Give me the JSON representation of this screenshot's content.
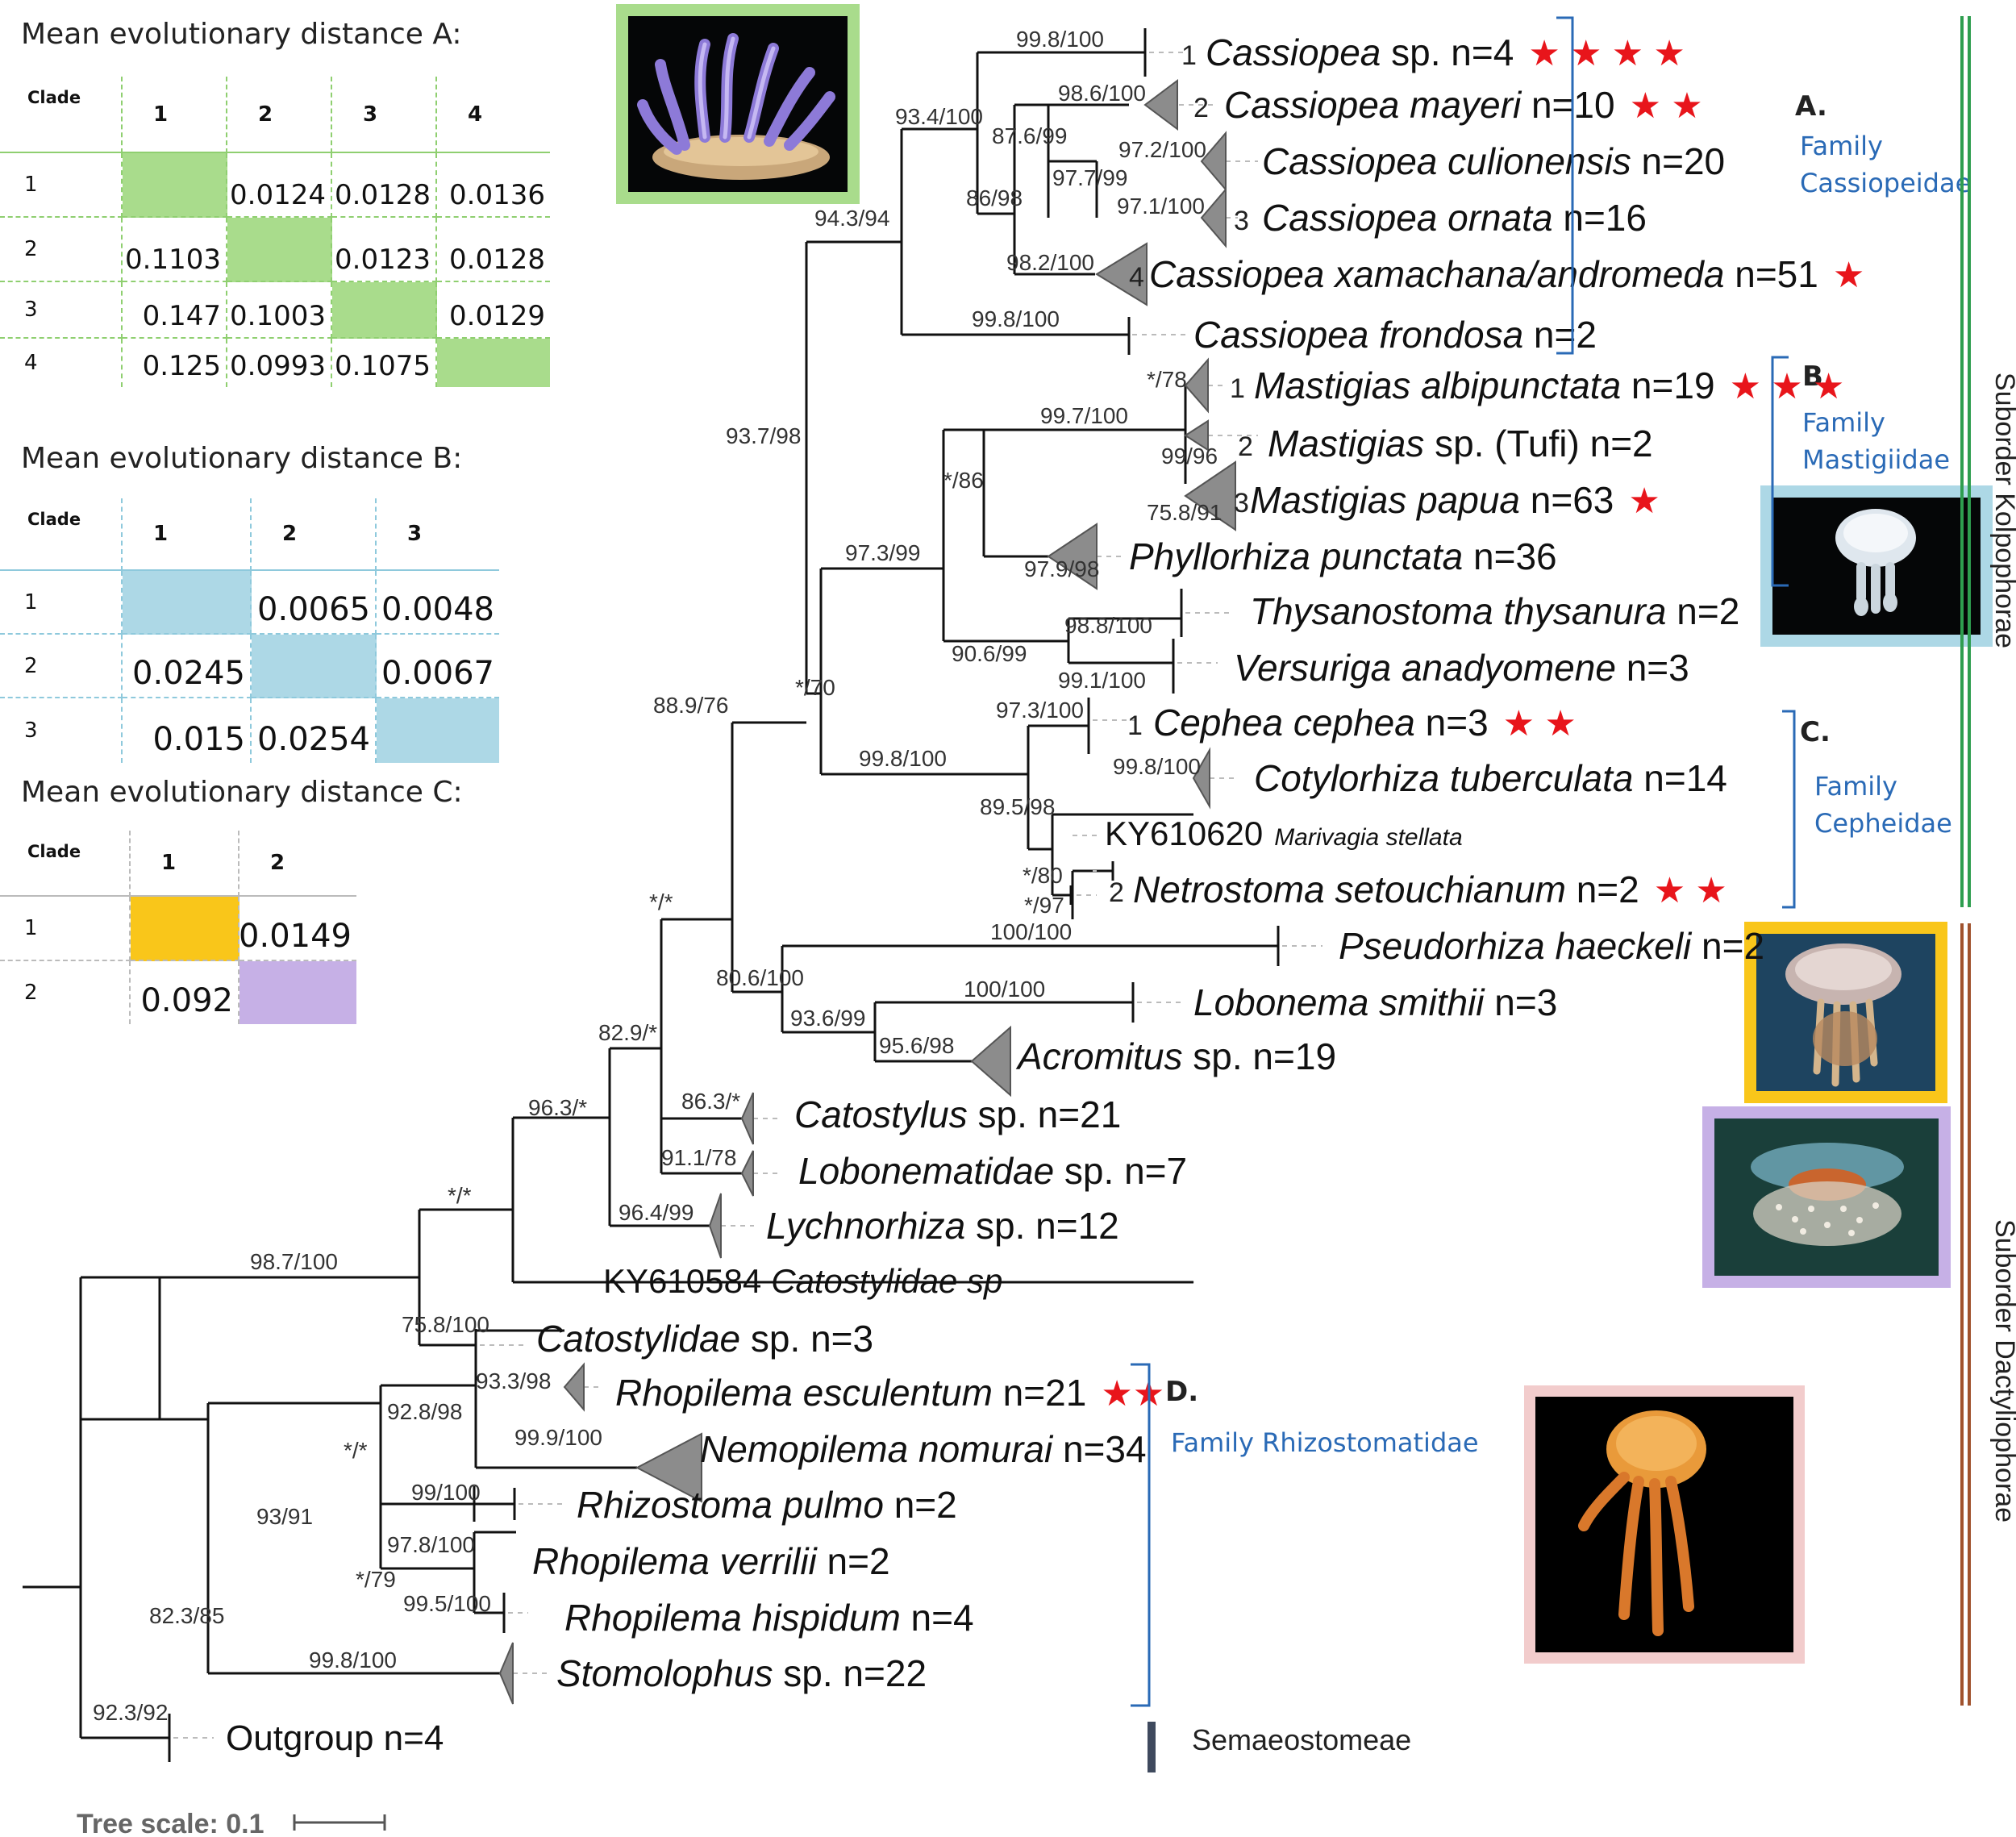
{
  "matrices": {
    "a": {
      "title": "Mean evolutionary distance A:",
      "corner": "Clade",
      "cols": [
        "1",
        "2",
        "3",
        "4"
      ],
      "rows": [
        {
          "label": "1",
          "cells": [
            "",
            "0.0124",
            "0.0128",
            "0.0136"
          ]
        },
        {
          "label": "2",
          "cells": [
            "0.1103",
            "",
            "0.0123",
            "0.0128"
          ]
        },
        {
          "label": "3",
          "cells": [
            "0.147",
            "0.1003",
            "",
            "0.0129"
          ]
        },
        {
          "label": "4",
          "cells": [
            "0.125",
            "0.0993",
            "0.1075",
            ""
          ]
        }
      ],
      "fill": "#a9dc8c",
      "line": "#8fcf70"
    },
    "b": {
      "title": "Mean evolutionary distance B:",
      "corner": "Clade",
      "cols": [
        "1",
        "2",
        "3"
      ],
      "rows": [
        {
          "label": "1",
          "cells": [
            "",
            "0.0065",
            "0.0048"
          ]
        },
        {
          "label": "2",
          "cells": [
            "0.0245",
            "",
            "0.0067"
          ]
        },
        {
          "label": "3",
          "cells": [
            "0.015",
            "0.0254",
            ""
          ]
        }
      ],
      "fill": "#add8e6",
      "line": "#8ec9dc"
    },
    "c": {
      "title": "Mean evolutionary distance C:",
      "corner": "Clade",
      "cols": [
        "1",
        "2"
      ],
      "rows": [
        {
          "label": "1",
          "cells": [
            "",
            "0.0149"
          ]
        },
        {
          "label": "2",
          "cells": [
            "0.092",
            ""
          ]
        }
      ],
      "fill_1": "#f9c61a",
      "fill_2": "#c6b0e6",
      "line": "#bbbbbb"
    }
  },
  "tips": {
    "cassiopea_sp": {
      "num": "1",
      "name": "Cassiopea",
      "suffix": " sp. n=4",
      "stars": "★ ★ ★ ★"
    },
    "cassiopea_mayeri": {
      "num": "2",
      "name": "Cassiopea mayeri",
      "suffix": " n=10",
      "stars": "★ ★"
    },
    "cassiopea_culionensis": {
      "name": "Cassiopea culionensis",
      "suffix": " n=20"
    },
    "cassiopea_ornata": {
      "num": "3",
      "name": "Cassiopea ornata",
      "suffix": " n=16"
    },
    "cassiopea_xamachana": {
      "num": "4",
      "name": "Cassiopea xamachana/andromeda",
      "suffix": " n=51",
      "stars": "★"
    },
    "cassiopea_frondosa": {
      "name": "Cassiopea frondosa",
      "suffix": " n=2"
    },
    "mastigias_albipunctata": {
      "num": "1",
      "name": "Mastigias albipunctata",
      "suffix": " n=19",
      "stars": "★ ★ ★"
    },
    "mastigias_tufi": {
      "num": "2",
      "name": "Mastigias",
      "suffix": " sp. (Tufi) n=2"
    },
    "mastigias_papua": {
      "num": "3",
      "name": "Mastigias papua",
      "suffix": " n=63",
      "stars": "★"
    },
    "phyllorhiza": {
      "name": "Phyllorhiza punctata",
      "suffix": " n=36"
    },
    "thysanostoma": {
      "name": "Thysanostoma thysanura",
      "suffix": " n=2"
    },
    "versuriga": {
      "name": "Versuriga anadyomene",
      "suffix": " n=3"
    },
    "cephea": {
      "num": "1",
      "name": "Cephea cephea",
      "suffix": " n=3",
      "stars": "★ ★"
    },
    "cotylorhiza": {
      "name": "Cotylorhiza tuberculata",
      "suffix": " n=14"
    },
    "marivagia_acc": "KY610620",
    "marivagia_name": "Marivagia stellata",
    "netrostoma": {
      "num": "2",
      "name": "Netrostoma setouchianum",
      "suffix": " n=2",
      "stars": "★ ★"
    },
    "pseudorhiza": {
      "name": "Pseudorhiza haeckeli",
      "suffix": " n=2"
    },
    "lobonema": {
      "name": "Lobonema smithii",
      "suffix": " n=3"
    },
    "acromitus": {
      "name": "Acromitus",
      "suffix": " sp. n=19"
    },
    "catostylus": {
      "name": "Catostylus",
      "suffix": " sp. n=21"
    },
    "lobonematidae": {
      "name": "Lobonematidae",
      "suffix": " sp. n=7"
    },
    "lychnorhiza": {
      "name": "Lychnorhiza",
      "suffix": " sp. n=12"
    },
    "catostylidae_acc": "KY610584",
    "catostylidae_sp1": "Catostylidae sp",
    "catostylidae_sp3": {
      "name": "Catostylidae",
      "suffix": " sp. n=3"
    },
    "rhopilema_esculentum": {
      "name": "Rhopilema esculentum",
      "suffix": " n=21",
      "stars": "★★"
    },
    "nemopilema": {
      "name": "Nemopilema nomurai",
      "suffix": " n=34"
    },
    "rhizostoma": {
      "name": "Rhizostoma pulmo",
      "suffix": " n=2"
    },
    "rhopilema_verrilii": {
      "name": "Rhopilema verrilii",
      "suffix": " n=2"
    },
    "rhopilema_hispidum": {
      "name": "Rhopilema hispidum",
      "suffix": " n=4"
    },
    "stomolophus": {
      "name": "Stomolophus",
      "suffix": " sp. n=22"
    },
    "outgroup": "Outgroup n=4"
  },
  "support": {
    "n1": "98.7/100",
    "n2": "*/*",
    "n3": "75.8/100",
    "n4": "96.3/*",
    "n5": "82.9/*",
    "n6": "*/*",
    "n7": "88.9/76",
    "n8": "93.7/98",
    "n9": "94.3/94",
    "n10": "93.4/100",
    "n11": "99.8/100",
    "n12": "98.6/100",
    "n13": "87.6/99",
    "n14": "86/98",
    "n15": "97.7/99",
    "n16": "97.2/100",
    "n17": "97.1/100",
    "n18": "98.2/100",
    "n19": "99.8/100",
    "n20": "*/70",
    "n21": "97.3/99",
    "n22": "*/86",
    "n23": "99.7/100",
    "n24": "*/78",
    "n25": "99/96",
    "n26": "75.8/91",
    "n27": "97.9/98",
    "n28": "90.6/99",
    "n29": "98.8/100",
    "n30": "99.1/100",
    "n31": "99.8/100",
    "n32": "97.3/100",
    "n33": "89.5/98",
    "n34": "99.8/100",
    "n35": "*/80",
    "n36": "*/97",
    "n37": "80.6/100",
    "n38": "100/100",
    "n39": "93.6/99",
    "n40": "100/100",
    "n41": "95.6/98",
    "n42": "86.3/*",
    "n43": "91.1/78",
    "n44": "96.4/99",
    "n45": "82.3/85",
    "n46": "93/91",
    "n47": "*/*",
    "n48": "92.8/98",
    "n49": "93.3/98",
    "n50": "99.9/100",
    "n51": "99/100",
    "n52": "*/79",
    "n53": "97.8/100",
    "n54": "99.5/100",
    "n55": "99.8/100",
    "n56": "92.3/92"
  },
  "families": {
    "a": {
      "letter": "A.",
      "line1": "Family",
      "line2": "Cassiopeidae"
    },
    "b": {
      "letter": "B.",
      "line1": "Family",
      "line2": "Mastigiidae"
    },
    "c": {
      "letter": "C.",
      "line1": "Family",
      "line2": "Cepheidae"
    },
    "d": {
      "letter": "D.",
      "name": "Family Rhizostomatidae"
    }
  },
  "suborders": {
    "kolpophorae": "Suborder Kolpophorae",
    "dactyliophorae": "Suborder Dactyliophorae"
  },
  "legend": {
    "semaeostomeae": "Semaeostomeae"
  },
  "scale": {
    "label": "Tree scale: 0.1"
  },
  "colors": {
    "kolpophorae_bar": "#2e9e4f",
    "dactyliophorae_bar": "#a0522d",
    "family_bracket": "#2a6ab6",
    "star": "#e8151b",
    "photo_cassiopea_border": "#a9dc8c",
    "photo_mastigias_border": "#add8e6",
    "photo_pseudorhiza_border": "#f9c61a",
    "photo_lobonema_border": "#c6b0e6",
    "photo_rhopilema_border": "#f2cccc"
  }
}
